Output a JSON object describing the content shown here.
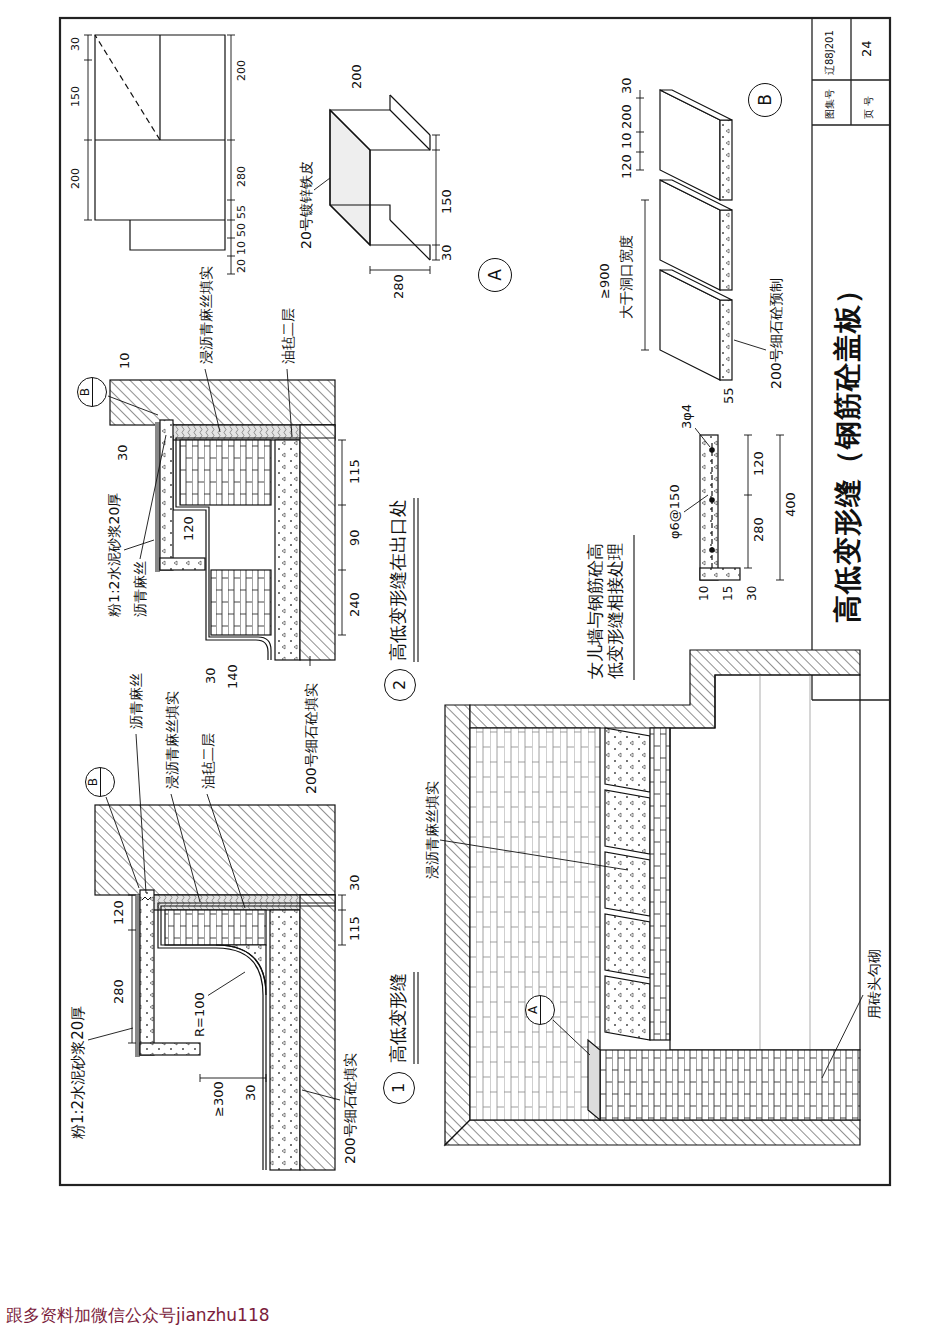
{
  "diagram": {
    "title": "高低变形缝（钢筋砼盖板）",
    "nodes": [
      {
        "text": [
          "B"
        ]
      },
      {
        "text": [
          "B"
        ]
      },
      {
        "text": [
          "A"
        ]
      },
      {
        "text": [
          "B"
        ]
      },
      {
        "text": [
          "1"
        ]
      },
      {
        "text": [
          "2"
        ]
      },
      {
        "text": [
          "A"
        ]
      }
    ],
    "labels": [
      "粉1:2水泥砂浆20厚",
      "280",
      "120",
      "R=100",
      "≥300",
      "30",
      "115",
      "30",
      "200号细石砼填实",
      "沥青麻丝",
      "浸沥青麻丝填实",
      "油毡二层",
      "高低变形缝",
      "粉1:2水泥砂浆20厚",
      "沥青麻丝",
      "30",
      "10",
      "120",
      "浸沥青麻丝填实",
      "油毡二层",
      "240",
      "90",
      "115",
      "30",
      "140",
      "200号细石砼填实",
      "高低变形缝在出口处",
      "浸沥青麻丝填实",
      "用砖头勾砌",
      "女儿墙与钢筋砼高低变形缝相接处理",
      "φ6@150",
      "3φ4",
      "280",
      "120",
      "400",
      "10",
      "15",
      "30",
      "20号镀锌铁皮",
      "200",
      "280",
      "30",
      "150",
      "120",
      "10",
      "200",
      "30",
      "≥900",
      "大于洞口宽度",
      "200号细石砼预制",
      "55",
      "30",
      "150",
      "200",
      "200",
      "280",
      "55",
      "50",
      "10",
      "20",
      "图集号",
      "辽88J201",
      "页 号",
      "24",
      "跟多资料加微信公众号jianzhu118"
    ]
  }
}
